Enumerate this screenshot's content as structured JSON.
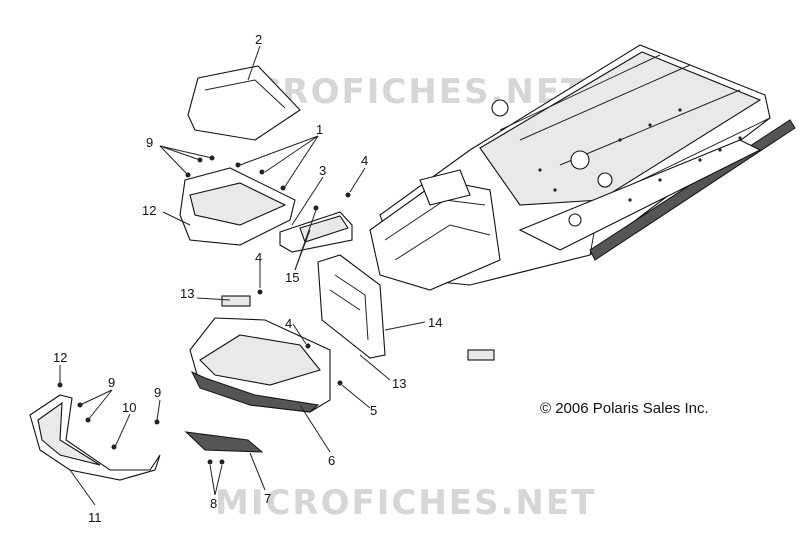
{
  "watermark_top": "MICROFICHES.NET",
  "watermark_bottom": "MICROFICHES.NET",
  "copyright": "© 2006 Polaris Sales Inc.",
  "callouts": {
    "c1": "1",
    "c2": "2",
    "c3": "3",
    "c4a": "4",
    "c4b": "4",
    "c4c": "4",
    "c5": "5",
    "c6": "6",
    "c7": "7",
    "c8": "8",
    "c9a": "9",
    "c9b": "9",
    "c9c": "9",
    "c10": "10",
    "c11": "11",
    "c12a": "12",
    "c12b": "12",
    "c13a": "13",
    "c13b": "13",
    "c14": "14",
    "c15": "15"
  }
}
